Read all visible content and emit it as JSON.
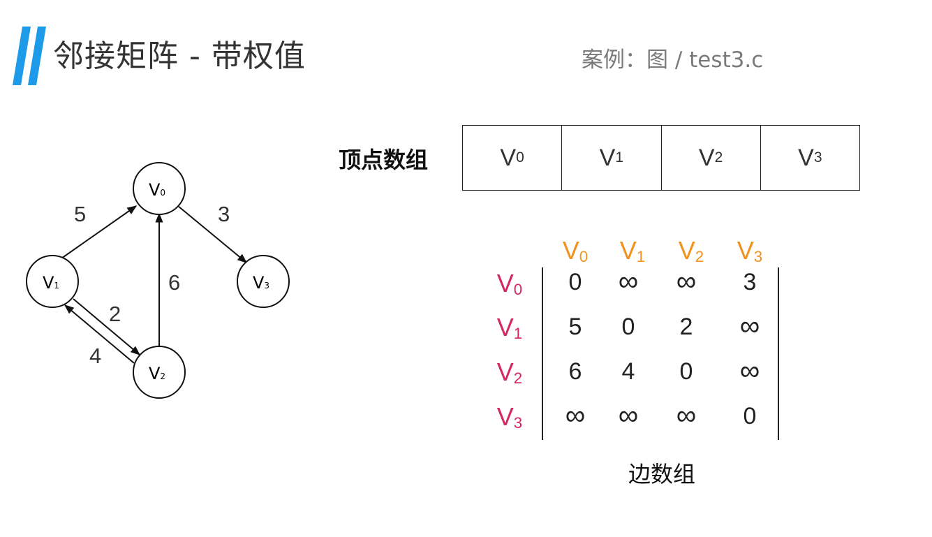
{
  "header": {
    "title": "邻接矩阵 - 带权值",
    "subtitle": "案例：图 / test3.c",
    "accent_color": "#1e9be8"
  },
  "graph": {
    "vertices": [
      {
        "id": "V0",
        "letter": "V",
        "sub": "0"
      },
      {
        "id": "V1",
        "letter": "V",
        "sub": "1"
      },
      {
        "id": "V2",
        "letter": "V",
        "sub": "2"
      },
      {
        "id": "V3",
        "letter": "V",
        "sub": "3"
      }
    ],
    "edges": [
      {
        "from": "V1",
        "to": "V0",
        "weight": "5"
      },
      {
        "from": "V0",
        "to": "V3",
        "weight": "3"
      },
      {
        "from": "V2",
        "to": "V0",
        "weight": "6"
      },
      {
        "from": "V1",
        "to": "V2",
        "weight": "2"
      },
      {
        "from": "V2",
        "to": "V1",
        "weight": "4"
      }
    ]
  },
  "vertex_array": {
    "label": "顶点数组",
    "cells": [
      {
        "letter": "V",
        "sub": "0"
      },
      {
        "letter": "V",
        "sub": "1"
      },
      {
        "letter": "V",
        "sub": "2"
      },
      {
        "letter": "V",
        "sub": "3"
      }
    ]
  },
  "edge_array": {
    "label": "边数组",
    "col_headers": [
      {
        "letter": "V",
        "sub": "0"
      },
      {
        "letter": "V",
        "sub": "1"
      },
      {
        "letter": "V",
        "sub": "2"
      },
      {
        "letter": "V",
        "sub": "3"
      }
    ],
    "row_headers": [
      {
        "letter": "V",
        "sub": "0"
      },
      {
        "letter": "V",
        "sub": "1"
      },
      {
        "letter": "V",
        "sub": "2"
      },
      {
        "letter": "V",
        "sub": "3"
      }
    ],
    "header_col_color": "#f0921e",
    "header_row_color": "#d4285e",
    "rows": [
      [
        "0",
        "∞",
        "∞",
        "3"
      ],
      [
        "5",
        "0",
        "2",
        "∞"
      ],
      [
        "6",
        "4",
        "0",
        "∞"
      ],
      [
        "∞",
        "∞",
        "∞",
        "0"
      ]
    ]
  }
}
